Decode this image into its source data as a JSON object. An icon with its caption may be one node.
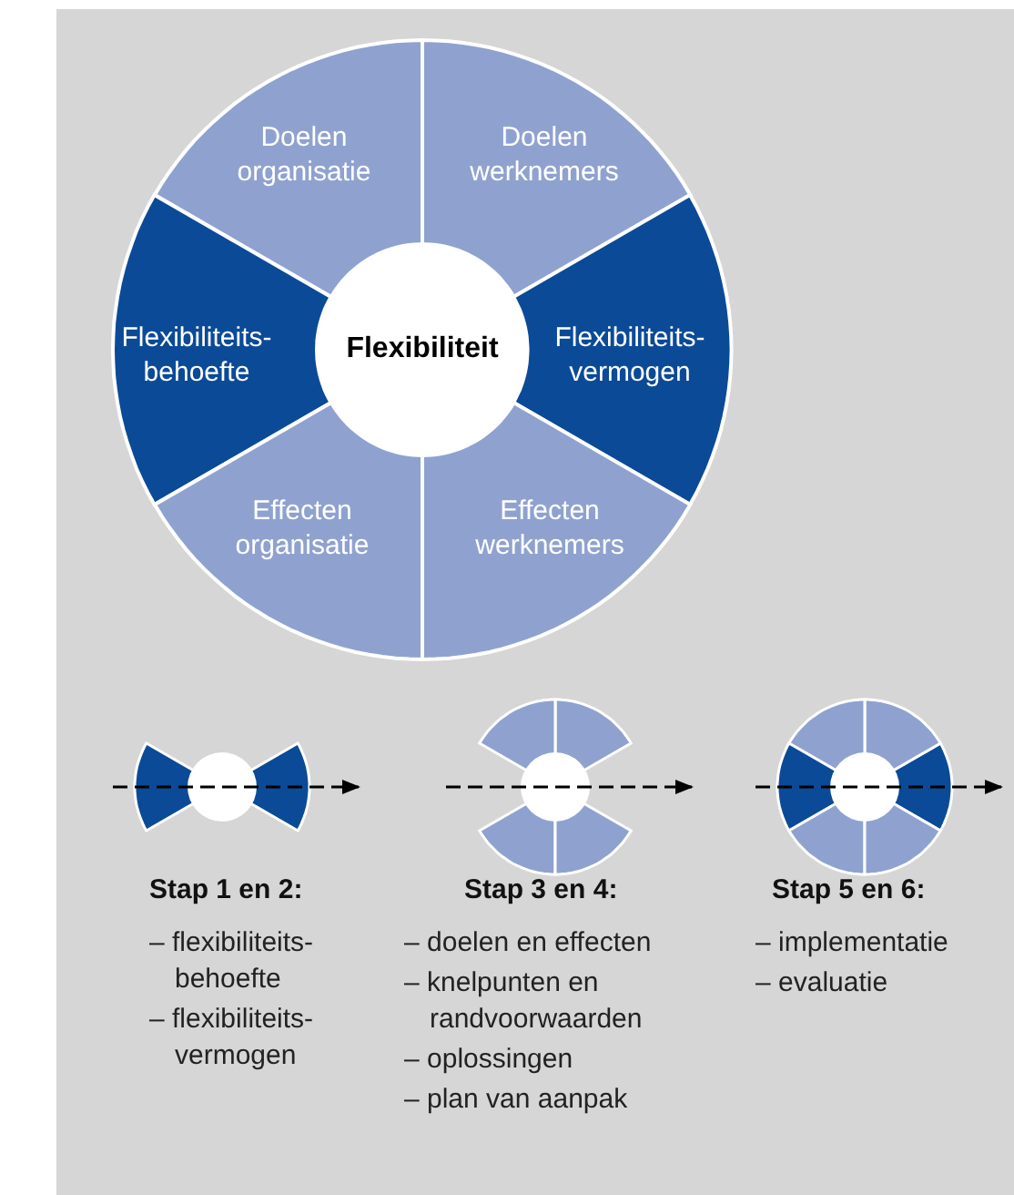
{
  "diagram": {
    "nodes": [
      {
        "text": [
          "Doelen organisatie"
        ]
      },
      {
        "text": [
          "Doelen werknemers"
        ]
      },
      {
        "text": [
          "Flexibiliteits- behoefte"
        ]
      },
      {
        "text": [
          "Flexibiliteit"
        ]
      },
      {
        "text": [
          "Flexibiliteits- vermogen"
        ]
      },
      {
        "text": [
          "Effecten organisatie"
        ]
      },
      {
        "text": [
          "Effecten werknemers"
        ]
      }
    ],
    "labels": [
      "Stap 1 en 2:",
      "– flexibiliteits- behoefte",
      "– flexibiliteits- vermogen",
      "Stap 3 en 4:",
      "– doelen en effecten",
      "– knelpunten en randvoorwaarden",
      "– oplossingen",
      "– plan van aanpak",
      "Stap 5 en 6:",
      "– implementatie",
      "– evaluatie"
    ]
  }
}
